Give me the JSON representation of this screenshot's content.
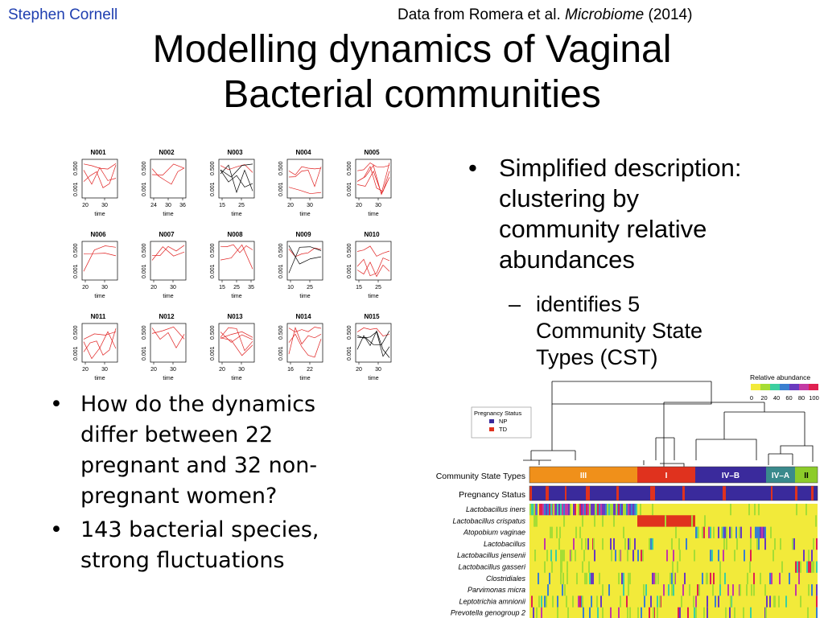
{
  "header": {
    "author": "Stephen Cornell",
    "source_prefix": "Data from Romera et al. ",
    "source_journal": "Microbiome",
    "source_suffix": " (2014)"
  },
  "title_line1": "Modelling dynamics of Vaginal",
  "title_line2": "Bacterial communities",
  "panels": {
    "axis_x_label": "time",
    "y_ticks": [
      "0.001",
      "0.500"
    ],
    "items": [
      {
        "id": "N001",
        "xticks": [
          "20",
          "30"
        ]
      },
      {
        "id": "N002",
        "xticks": [
          "24",
          "30",
          "36"
        ]
      },
      {
        "id": "N003",
        "xticks": [
          "15",
          "25"
        ]
      },
      {
        "id": "N004",
        "xticks": [
          "20",
          "30"
        ]
      },
      {
        "id": "N005",
        "xticks": [
          "20",
          "30"
        ]
      },
      {
        "id": "N006",
        "xticks": [
          "20",
          "30"
        ]
      },
      {
        "id": "N007",
        "xticks": [
          "20",
          "30"
        ]
      },
      {
        "id": "N008",
        "xticks": [
          "15",
          "25",
          "35"
        ]
      },
      {
        "id": "N009",
        "xticks": [
          "10",
          "25"
        ]
      },
      {
        "id": "N010",
        "xticks": [
          "15",
          "25"
        ]
      },
      {
        "id": "N011",
        "xticks": [
          "20",
          "30"
        ]
      },
      {
        "id": "N012",
        "xticks": [
          "20",
          "30"
        ]
      },
      {
        "id": "N013",
        "xticks": [
          "20",
          "30"
        ]
      },
      {
        "id": "N014",
        "xticks": [
          "16",
          "22"
        ]
      },
      {
        "id": "N015",
        "xticks": [
          "20",
          "30"
        ]
      }
    ]
  },
  "right_bullets": {
    "main_l1": "Simplified description:",
    "main_l2": "clustering by",
    "main_l3": "community relative",
    "main_l4": "abundances",
    "sub_l1": "identifies 5",
    "sub_l2": "Community State",
    "sub_l3": "Types (CST)"
  },
  "left_bullets": {
    "b1_l1": "How do the dynamics",
    "b1_l2": "differ between 22",
    "b1_l3": "pregnant and 32 non-",
    "b1_l4": "pregnant women?",
    "b2_l1": "143 bacterial species,",
    "b2_l2": "strong fluctuations"
  },
  "heatmap": {
    "legend_title": "Relative abundance",
    "legend_ticks": [
      "0",
      "20",
      "40",
      "60",
      "80",
      "100"
    ],
    "pregnancy_legend_title": "Pregnancy Status",
    "pregnancy_np": "NP",
    "pregnancy_td": "TD",
    "row_cst": "Community State Types",
    "row_preg": "Pregnancy Status",
    "csts": [
      {
        "label": "III",
        "color": "#f0901a"
      },
      {
        "label": "I",
        "color": "#e0321e"
      },
      {
        "label": "IV–B",
        "color": "#3a2a9c"
      },
      {
        "label": "IV–A",
        "color": "#3a8a8c"
      },
      {
        "label": "II",
        "color": "#8ccc2a"
      }
    ],
    "species": [
      "Lactobacillus iners",
      "Lactobacillus crispatus",
      "Atopobium vaginae",
      "Lactobacillus",
      "Lactobacillus jensenii",
      "Lactobacillus gasseri",
      "Clostridiales",
      "Parvimonas micra",
      "Leptotrichia amnionii",
      "Prevotella genogroup 2"
    ],
    "colors": {
      "np": "#3a2a9c",
      "td": "#e0321e",
      "heat_bg": "#f2ea3a"
    }
  }
}
